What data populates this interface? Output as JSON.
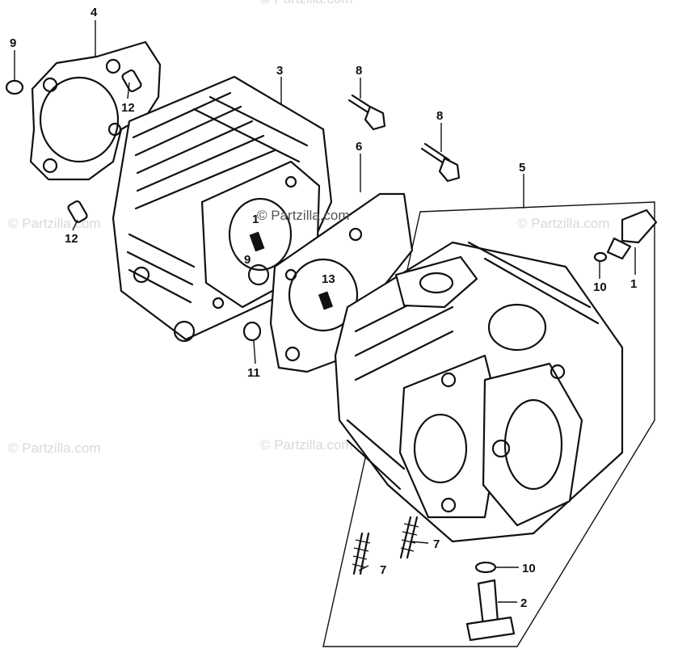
{
  "watermarks": {
    "center": "© Partzilla.com",
    "repeat": "© Partzilla.com"
  },
  "callouts": {
    "part_1": "1",
    "part_2": "2",
    "part_3": "3",
    "part_4": "4",
    "part_5": "5",
    "part_6": "6",
    "part_7_left": "7",
    "part_7_right": "7",
    "part_8_left": "8",
    "part_8_right": "8",
    "part_9_left": "9",
    "part_9_center": "9",
    "part_10_upper": "10",
    "part_10_lower": "10",
    "part_11": "11",
    "part_12_upper": "12",
    "part_12_lower": "12",
    "part_13": "13",
    "part_1_inner": "1"
  },
  "colors": {
    "ink": "#111111",
    "watermark": "#d9d9d9",
    "paper": "#ffffff"
  }
}
